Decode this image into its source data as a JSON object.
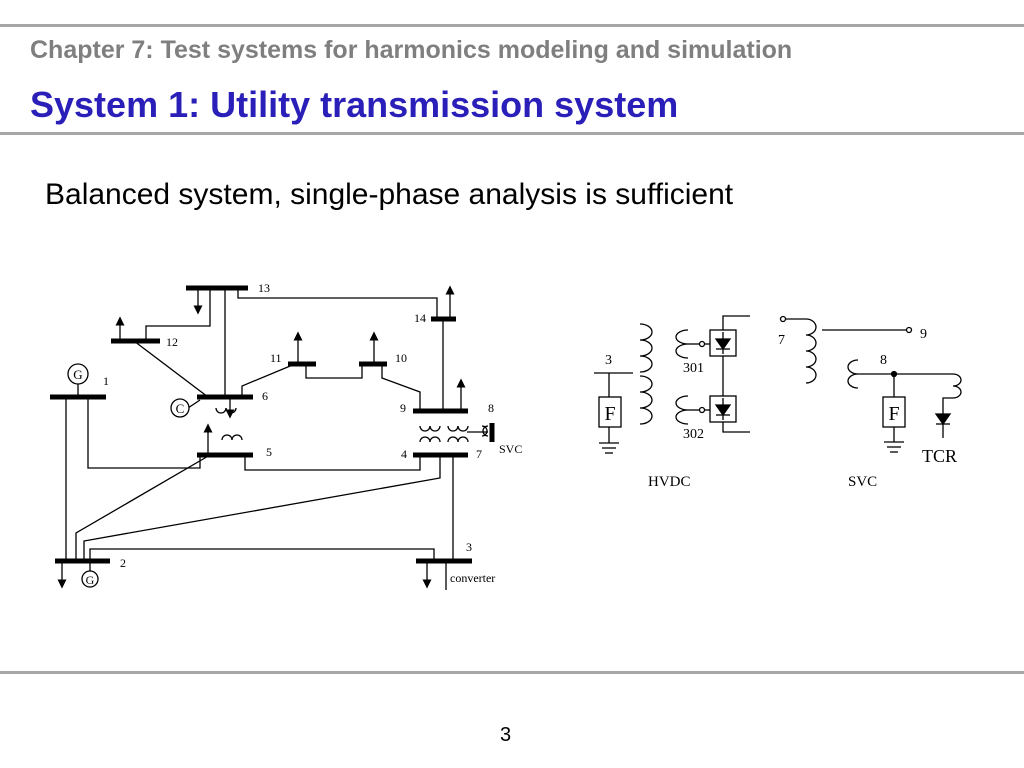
{
  "header": {
    "chapter_title": "Chapter 7: Test systems for harmonics modeling and simulation",
    "slide_title": "System 1: Utility transmission system"
  },
  "body": {
    "subtitle": "Balanced system, single-phase analysis is sufficient"
  },
  "diagram": {
    "bus_labels": {
      "b1": "1",
      "b2": "2",
      "b3": "3",
      "b4": "4",
      "b5": "5",
      "b6": "6",
      "b7": "7",
      "b8": "8",
      "b9": "9",
      "b10": "10",
      "b11": "11",
      "b12": "12",
      "b13": "13",
      "b14": "14"
    },
    "generator_symbol": "G",
    "condenser_symbol": "C",
    "svc_label": "SVC",
    "converter_label": "converter",
    "hvdc_detail": {
      "caption": "HVDC",
      "bus_label": "3",
      "node_301": "301",
      "node_302": "302",
      "filter_symbol": "F"
    },
    "svc_detail": {
      "caption": "SVC",
      "bus_7": "7",
      "bus_8": "8",
      "bus_9": "9",
      "filter_symbol": "F",
      "tcr_label": "TCR"
    }
  },
  "footer": {
    "page_number": "3"
  }
}
